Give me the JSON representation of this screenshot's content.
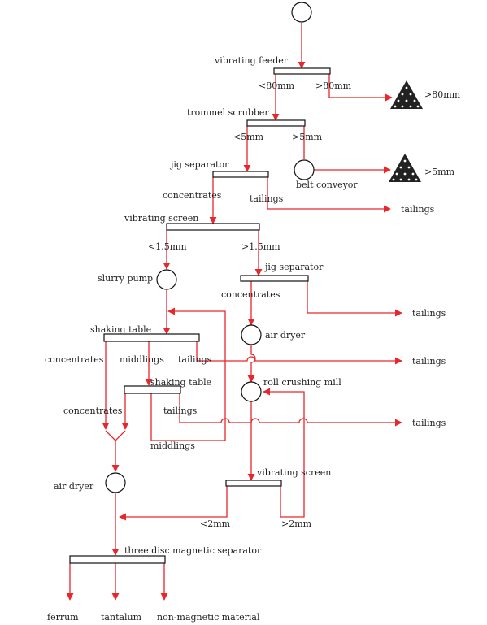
{
  "colors": {
    "flow": "#e8272c",
    "equipment": "#111111",
    "text": "#222222"
  },
  "labels": {
    "vibrating_feeder": "vibrating feeder",
    "lt_80mm": "<80mm",
    "gt_80mm_split": ">80mm",
    "gt_80mm_pile": ">80mm",
    "trommel_scrubber": "trommel scrubber",
    "lt_5mm": "<5mm",
    "gt_5mm_split": ">5mm",
    "gt_5mm_pile": ">5mm",
    "belt_conveyor": "belt conveyor",
    "jig_separator_1": "jig separator",
    "concentrates_1": "concentrates",
    "tailings_1": "tailings",
    "tailings_out_1": "tailings",
    "vibrating_screen_1": "vibrating screen",
    "lt_1_5mm": "<1.5mm",
    "gt_1_5mm": ">1.5mm",
    "slurry_pump": "slurry pump",
    "jig_separator_2": "jig separator",
    "concentrates_2": "concentrates",
    "tailings_out_2": "tailings",
    "air_dryer_1": "air dryer",
    "shaking_table_1": "shaking table",
    "concentrates_3": "concentrates",
    "middlings_1": "middlings",
    "tailings_3": "tailings",
    "tailings_out_3": "tailings",
    "roll_crushing_mill": "roll crushing mill",
    "shaking_table_2": "shaking table",
    "concentrates_4": "concentrates",
    "tailings_4": "tailings",
    "tailings_out_4": "tailings",
    "middlings_2": "middlings",
    "air_dryer_2": "air dryer",
    "vibrating_screen_2": "vibrating screen",
    "lt_2mm": "<2mm",
    "gt_2mm": ">2mm",
    "three_disc_magnetic_separator": "three disc magnetic separator",
    "ferrum": "ferrum",
    "tantalum": "tantalum",
    "non_magnetic_material": "non-magnetic material"
  }
}
